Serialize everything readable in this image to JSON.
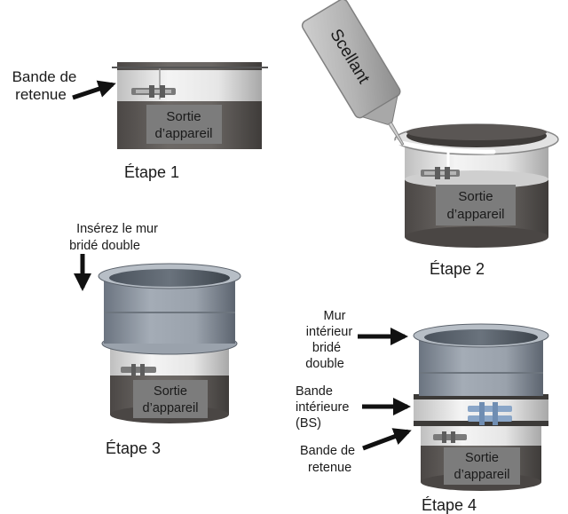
{
  "step1": {
    "caption": "Étape 1",
    "label_line1": "Bande de",
    "label_line2": "retenue",
    "outlet_line1": "Sortie",
    "outlet_line2": "d’appareil"
  },
  "step2": {
    "caption": "Étape 2",
    "sealant": "Scellant",
    "outlet_line1": "Sortie",
    "outlet_line2": "d’appareil"
  },
  "step3": {
    "caption": "Étape 3",
    "insert_line1": "Insérez le mur",
    "insert_line2": "bridé double",
    "outlet_line1": "Sortie",
    "outlet_line2": "d’appareil"
  },
  "step4": {
    "caption": "Étape 4",
    "wall_line1": "Mur",
    "wall_line2": "intérieur",
    "wall_line3": "bridé",
    "wall_line4": "double",
    "inner_line1": "Bande",
    "inner_line2": "intérieure",
    "inner_line3": "(BS)",
    "band_line1": "Bande de",
    "band_line2": "retenue",
    "outlet_line1": "Sortie",
    "outlet_line2": "d’appareil"
  }
}
